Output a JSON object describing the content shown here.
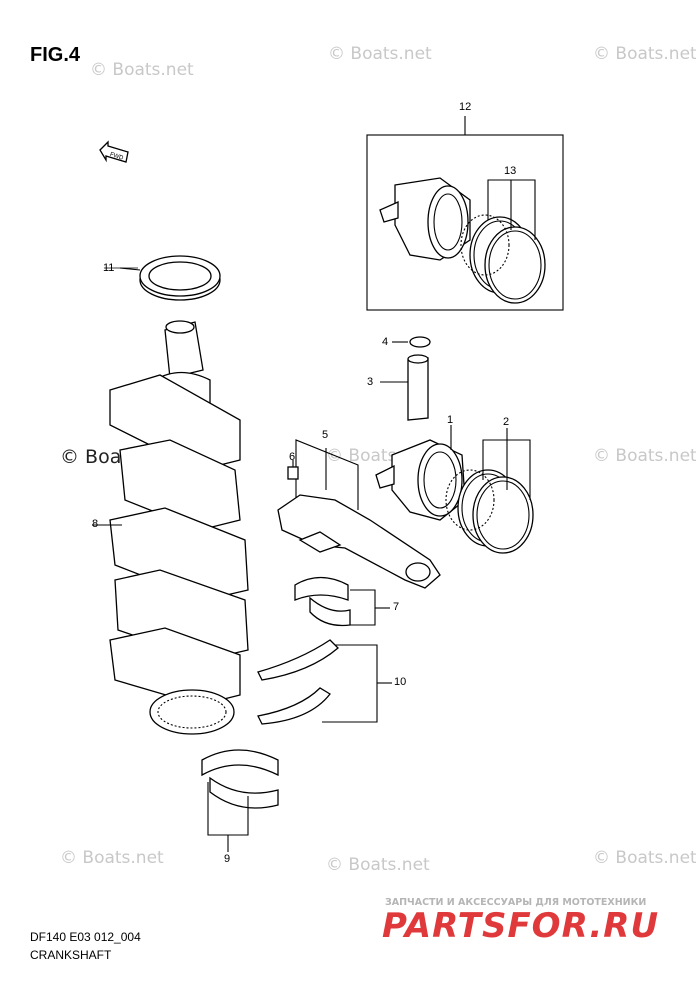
{
  "figure": {
    "title": "FIG.4"
  },
  "watermarks": {
    "text": "© Boats.net",
    "main_text": "© Boats.net"
  },
  "fwd_label": "FWD",
  "callouts": {
    "c1": "1",
    "c2": "2",
    "c3": "3",
    "c4": "4",
    "c5": "5",
    "c6": "6",
    "c7": "7",
    "c8": "8",
    "c9": "9",
    "c10": "10",
    "c11": "11",
    "c12": "12",
    "c13": "13"
  },
  "footer": {
    "code": "DF140 E03 012_004",
    "name": "CRANKSHAFT"
  },
  "brand": {
    "subtitle": "ЗАПЧАСТИ И АКСЕССУАРЫ ДЛЯ МОТОТЕХНИКИ",
    "name": "PARTSFOR.RU",
    "color": "#e0393b"
  }
}
